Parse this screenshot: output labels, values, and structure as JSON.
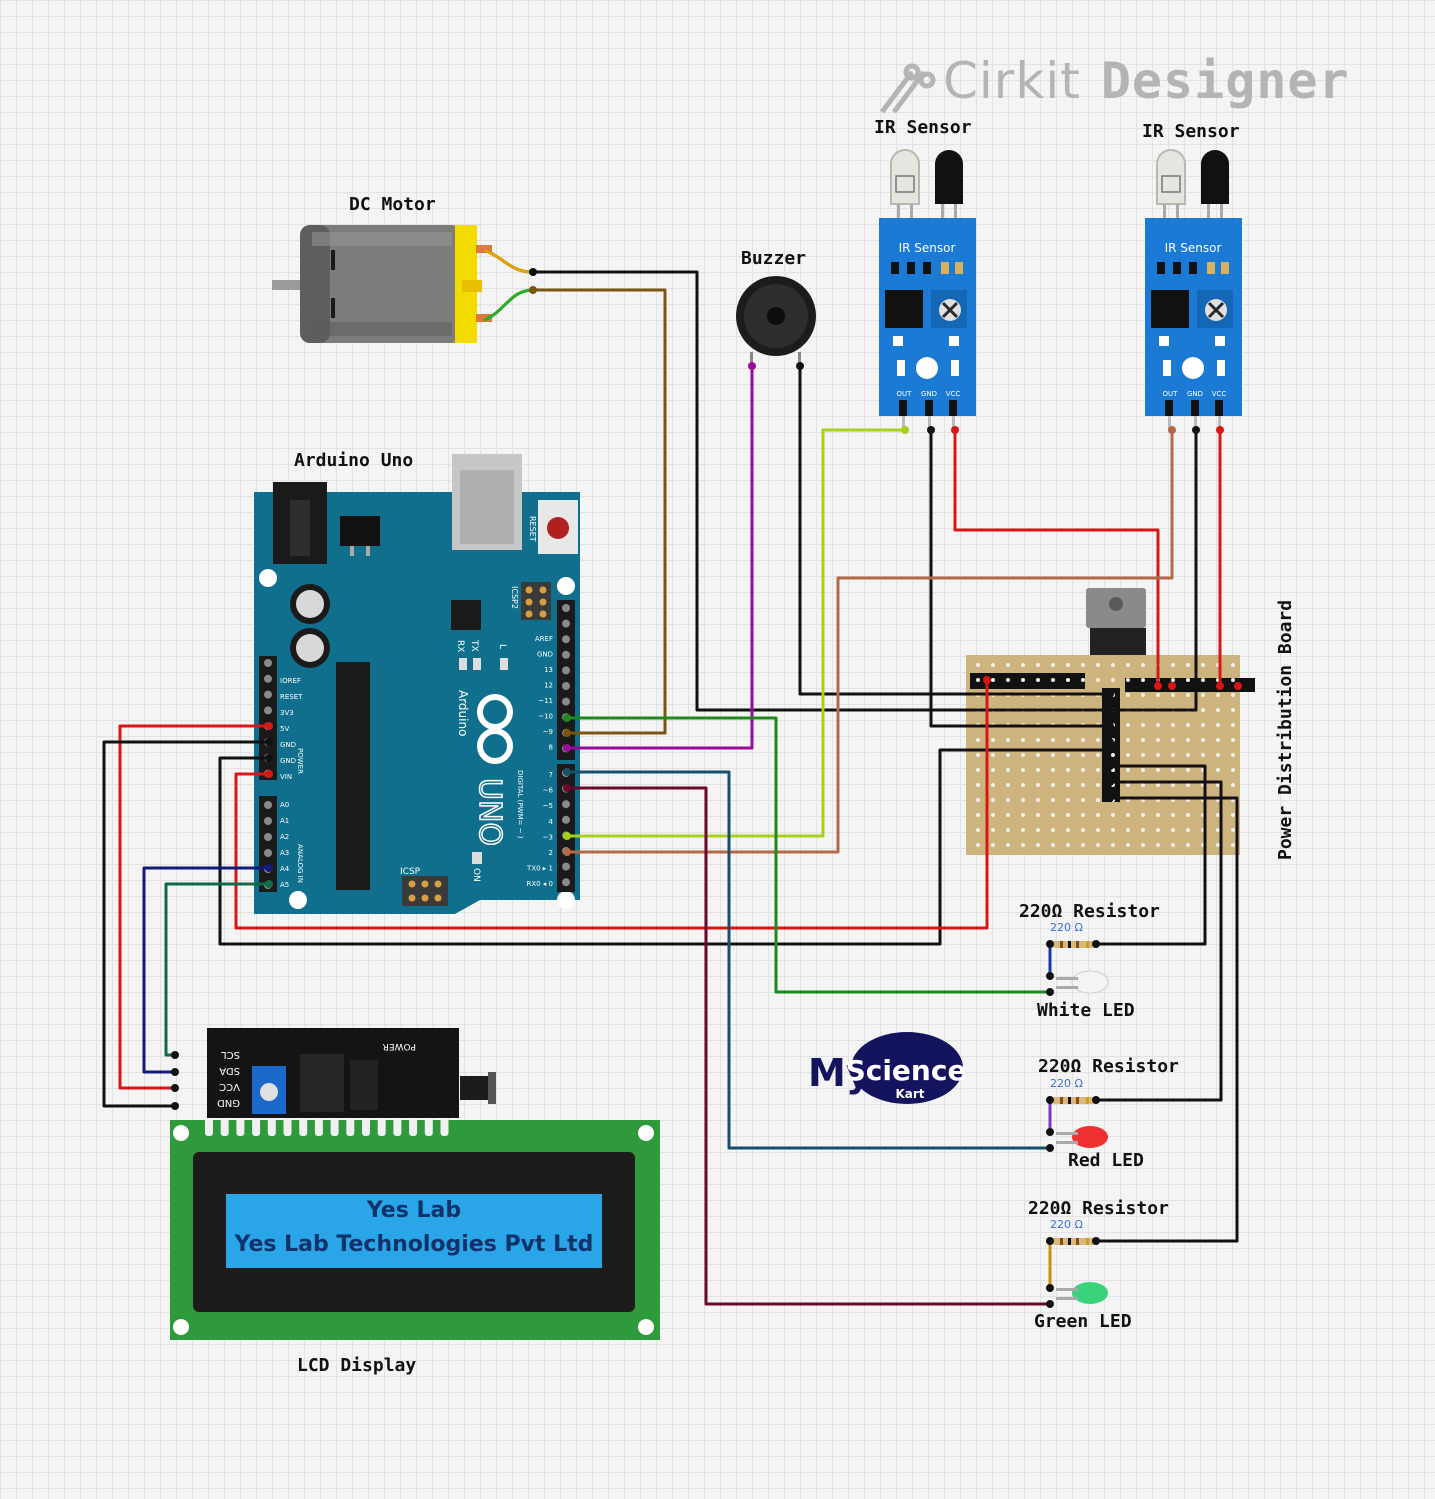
{
  "brand": {
    "name_light": "Cirkit",
    "name_bold": "Designer"
  },
  "components": {
    "dc_motor": "DC Motor",
    "buzzer": "Buzzer",
    "ir_sensor_1": "IR Sensor",
    "ir_sensor_2": "IR Sensor",
    "arduino": "Arduino Uno",
    "power_board": "Power Distribution Board",
    "resistor_1": "220Ω Resistor",
    "resistor_2": "220Ω Resistor",
    "resistor_3": "220Ω Resistor",
    "led_white": "White LED",
    "led_red": "Red LED",
    "led_green": "Green LED",
    "lcd": "LCD Display"
  },
  "resistor_value": "220 Ω",
  "ir_board_text": "IR Sensor",
  "ir_pins": [
    "OUT",
    "GND",
    "VCC"
  ],
  "lcd_screen": {
    "line1": "Yes Lab",
    "line2": "Yes Lab Technologies Pvt Ltd"
  },
  "arduino_board": {
    "brand_text": "Arduino",
    "model_text": "UNO",
    "reset": "RESET",
    "icsp": "ICSP",
    "icsp2": "ICSP2",
    "on": "ON",
    "tx": "TX",
    "rx": "RX",
    "l": "L",
    "power_header": [
      "IOREF",
      "RESET",
      "3V3",
      "5V",
      "GND",
      "GND",
      "VIN"
    ],
    "power_label": "POWER",
    "analog_header": [
      "A0",
      "A1",
      "A2",
      "A3",
      "A4",
      "A5"
    ],
    "analog_label": "ANALOG IN",
    "digital_header_top": [
      "AREF",
      "GND",
      "13",
      "12",
      "~11",
      "~10",
      "~9",
      "8"
    ],
    "digital_header_bottom": [
      "7",
      "~6",
      "~5",
      "4",
      "~3",
      "2",
      "TX0 ▸ 1",
      "RX0 ◂ 0"
    ],
    "digital_label": "DIGITAL (PWM= ~ )"
  },
  "i2c_pins": [
    "SCL",
    "SDA",
    "VCC",
    "GND"
  ],
  "i2c_power": "POWER",
  "logo": {
    "my": "My",
    "science": "Science",
    "kart": "Kart"
  },
  "wire_colors": {
    "black": "#111111",
    "red": "#d81616",
    "brown_motor": "#7a5410",
    "purple": "#9a0a9a",
    "green": "#1c8a1c",
    "lime": "#a8cf1a",
    "rust": "#b56848",
    "teal": "#17506a",
    "maroon": "#6a0a2a",
    "navy": "#121a7a",
    "dark_green": "#0f6a4a",
    "orange": "#e6a000"
  }
}
